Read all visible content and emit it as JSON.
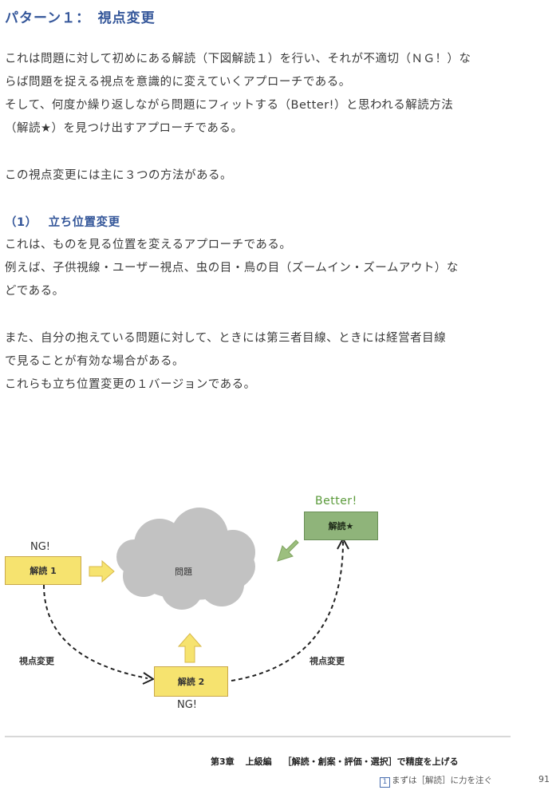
{
  "heading": "パターン１：　視点変更",
  "para1": [
    "これは問題に対して初めにある解読（下図解読１）を行い、それが不適切（ＮＧ！）な",
    "らば問題を捉える視点を意識的に変えていくアプローチである。",
    "そして、何度か繰り返しながら問題にフィットする（Better!）と思われる解読方法",
    "（解読★）を見つけ出すアプローチである。"
  ],
  "para2": "この視点変更には主に３つの方法がある。",
  "section": {
    "num": "（1）",
    "title": "立ち位置変更"
  },
  "para3": [
    "これは、ものを見る位置を変えるアプローチである。",
    "例えば、子供視線・ユーザー視点、虫の目・鳥の目（ズームイン・ズームアウト）な",
    "どである。"
  ],
  "para4": [
    "また、自分の抱えている問題に対して、ときには第三者目線、ときには経営者目線",
    "で見ることが有効な場合がある。",
    "これらも立ち位置変更の１バージョンである。"
  ],
  "diagram": {
    "box1": "解読 1",
    "box2": "解読 2",
    "box_star": "解読★",
    "cloud": "問題",
    "ng1": "NG!",
    "ng2": "NG!",
    "better": "Better!",
    "shift_left": "視点変更",
    "shift_right": "視点変更",
    "colors": {
      "yellow": "#f6e36f",
      "green": "#8fb47a",
      "cloud": "#c2c2c2",
      "arrow_yellow": "#f6e36f",
      "arrow_green": "#9cbf7e"
    }
  },
  "footer": {
    "chapter": "第3章",
    "part": "上級編",
    "subtitle": "［解読・創案・評価・選択］で精度を上げる",
    "section_num": "1",
    "section_text": "まずは［解読］に力を注ぐ",
    "page": "91"
  },
  "colors": {
    "heading": "#35579a",
    "text": "#3a3a3a"
  }
}
